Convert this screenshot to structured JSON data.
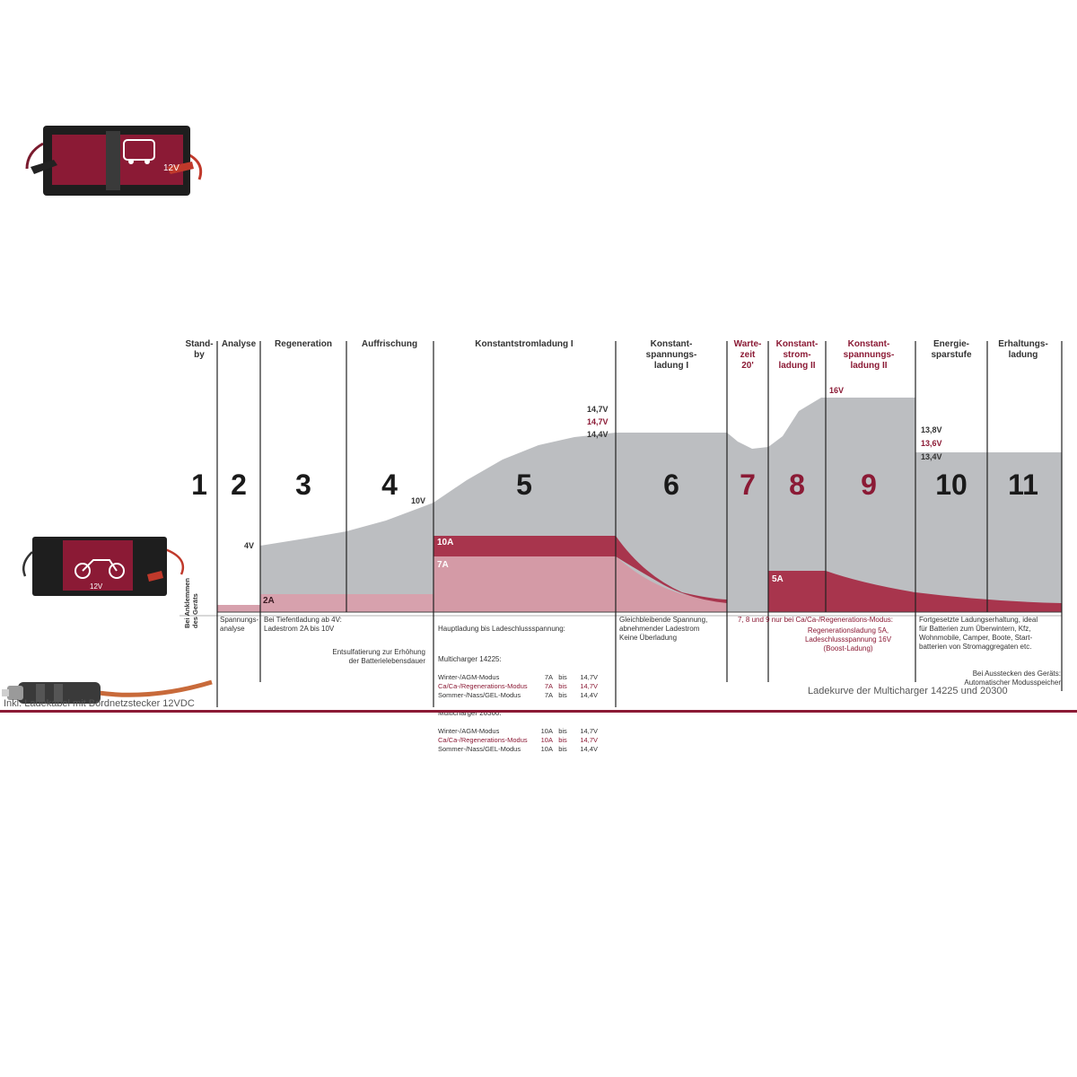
{
  "phases": [
    {
      "number": "1",
      "title": "Stand-\nby",
      "red": false
    },
    {
      "number": "2",
      "title": "Analyse",
      "red": false
    },
    {
      "number": "3",
      "title": "Regeneration",
      "red": false
    },
    {
      "number": "4",
      "title": "Auffrischung",
      "red": false
    },
    {
      "number": "5",
      "title": "Konstantstromladung I",
      "red": false
    },
    {
      "number": "6",
      "title": "Konstant-\nspannungs-\nladung I",
      "red": false
    },
    {
      "number": "7",
      "title": "Warte-\nzeit\n20'",
      "red": true
    },
    {
      "number": "8",
      "title": "Konstant-\nstrom-\nladung II",
      "red": true
    },
    {
      "number": "9",
      "title": "Konstant-\nspannungs-\nladung II",
      "red": true
    },
    {
      "number": "10",
      "title": "Energie-\nsparstufe",
      "red": false
    },
    {
      "number": "11",
      "title": "Erhaltungs-\nladung",
      "red": false
    }
  ],
  "voltage_labels": {
    "v4": "4V",
    "v10": "10V",
    "v147a": "14,7V",
    "v147b": "14,7V",
    "v144": "14,4V",
    "v16": "16V",
    "v138": "13,8V",
    "v136": "13,6V",
    "v134": "13,4V"
  },
  "current_labels": {
    "a2": "2A",
    "a10": "10A",
    "a7": "7A",
    "a5": "5A"
  },
  "battery_car": {
    "voltage": "12V"
  },
  "battery_moto": {
    "voltage": "12V"
  },
  "descriptions": {
    "side": "Bei Anklemmen\ndes Geräts",
    "analyse": "Spannungs-\nanalyse",
    "regen_a": "Bei Tiefentladung ab 4V:\nLadestrom 2A bis 10V",
    "regen_b": "Entsulfatierung zur Erhöhung\nder Batterielebensdauer",
    "main_head": "Hauptladung bis Ladeschlussspannung:",
    "mc1": "Multicharger 14225:",
    "mc2": "Multicharger 20300:",
    "cv": "Gleichbleibende Spannung,\nabnehmender Ladestrom\nKeine Überladung",
    "phase789": "7, 8 und 9 nur bei Ca/Ca-/Regenerations-Modus:",
    "phase789b": "Regenerationsladung 5A,\nLadeschlussspannung 16V\n(Boost-Ladung)",
    "maint_a": "Fortgesetzte Ladungserhaltung, ideal\nfür Batterien zum Überwintern, Kfz,\nWohnmobile, Camper, Boote, Start-\nbatterien von Stromaggregaten etc.",
    "maint_b": "Bei Ausstecken des Geräts:\nAutomatischer Modusspeicher"
  },
  "modes_14225": [
    {
      "name": "Winter-/AGM-Modus",
      "a": "7A",
      "bis": "bis",
      "v": "14,7V",
      "red": false
    },
    {
      "name": "Ca/Ca-/Regenerations-Modus",
      "a": "7A",
      "bis": "bis",
      "v": "14,7V",
      "red": true
    },
    {
      "name": "Sommer-/Nass/GEL-Modus",
      "a": "7A",
      "bis": "bis",
      "v": "14,4V",
      "red": false
    }
  ],
  "modes_20300": [
    {
      "name": "Winter-/AGM-Modus",
      "a": "10A",
      "bis": "bis",
      "v": "14,7V",
      "red": false
    },
    {
      "name": "Ca/Ca-/Regenerations-Modus",
      "a": "10A",
      "bis": "bis",
      "v": "14,7V",
      "red": true
    },
    {
      "name": "Sommer-/Nass/GEL-Modus",
      "a": "10A",
      "bis": "bis",
      "v": "14,4V",
      "red": false
    }
  ],
  "captions": {
    "left": "Inkl. Ladekabel mit Bordnetzstecker 12VDC",
    "right": "Ladekurve der Multicharger 14225 und 20300"
  },
  "colors": {
    "burgundy": "#8b1a35",
    "mid_red": "#a8354d",
    "pink": "#d49aa6",
    "grey": "#bdbfc2"
  }
}
